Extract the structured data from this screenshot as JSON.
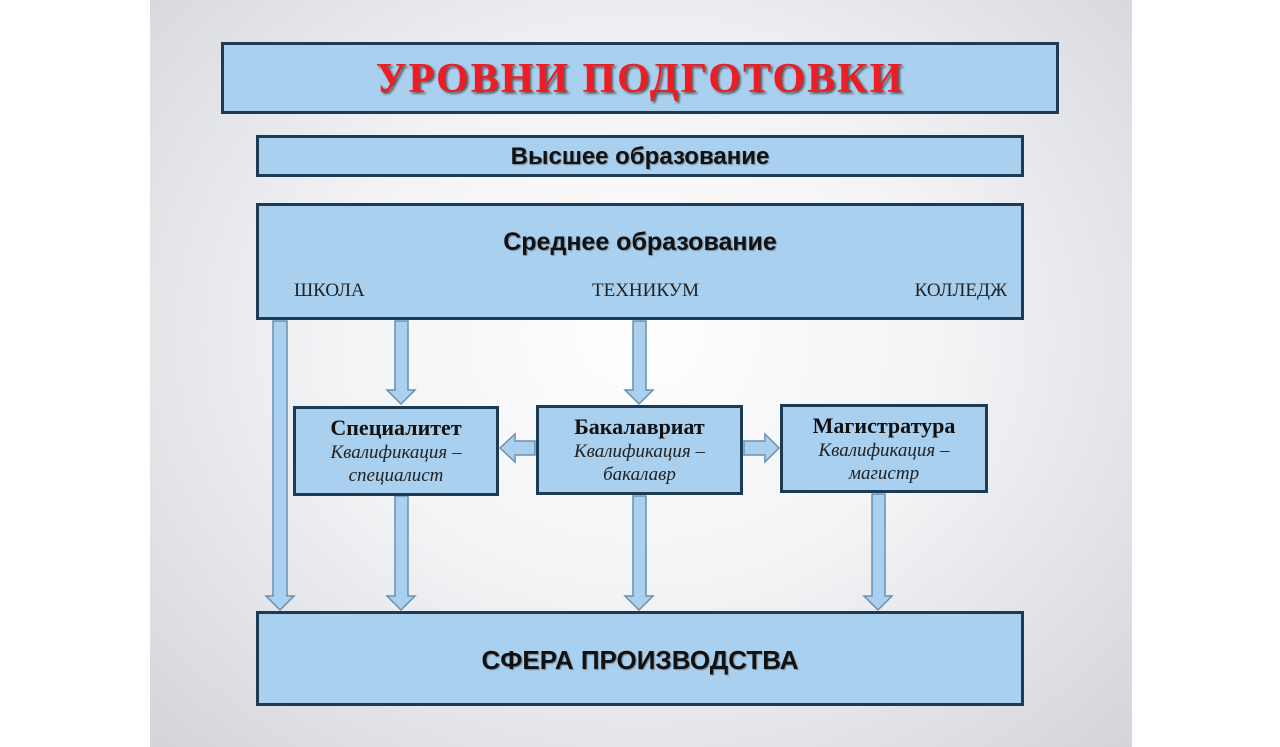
{
  "title": "УРОВНИ ПОДГОТОВКИ",
  "higher_education": "Высшее образование",
  "secondary_education": {
    "label": "Среднее образование",
    "institutions": [
      "ШКОЛА",
      "ТЕХНИКУМ",
      "КОЛЛЕДЖ"
    ]
  },
  "programs": [
    {
      "name": "Специалитет",
      "qual_line1": "Квалификация –",
      "qual_line2": "специалист"
    },
    {
      "name": "Бакалавриат",
      "qual_line1": "Квалификация –",
      "qual_line2": "бакалавр"
    },
    {
      "name": "Магистратура",
      "qual_line1": "Квалификация –",
      "qual_line2": "магистр"
    }
  ],
  "production_sphere": "СФЕРА ПРОИЗВОДСТВА",
  "colors": {
    "box_fill": "#a9d0ef",
    "box_border": "#1e3b55",
    "title_text": "#ee1c25",
    "arrow_fill": "#a9d0ef",
    "arrow_stroke": "#6a8faf"
  }
}
